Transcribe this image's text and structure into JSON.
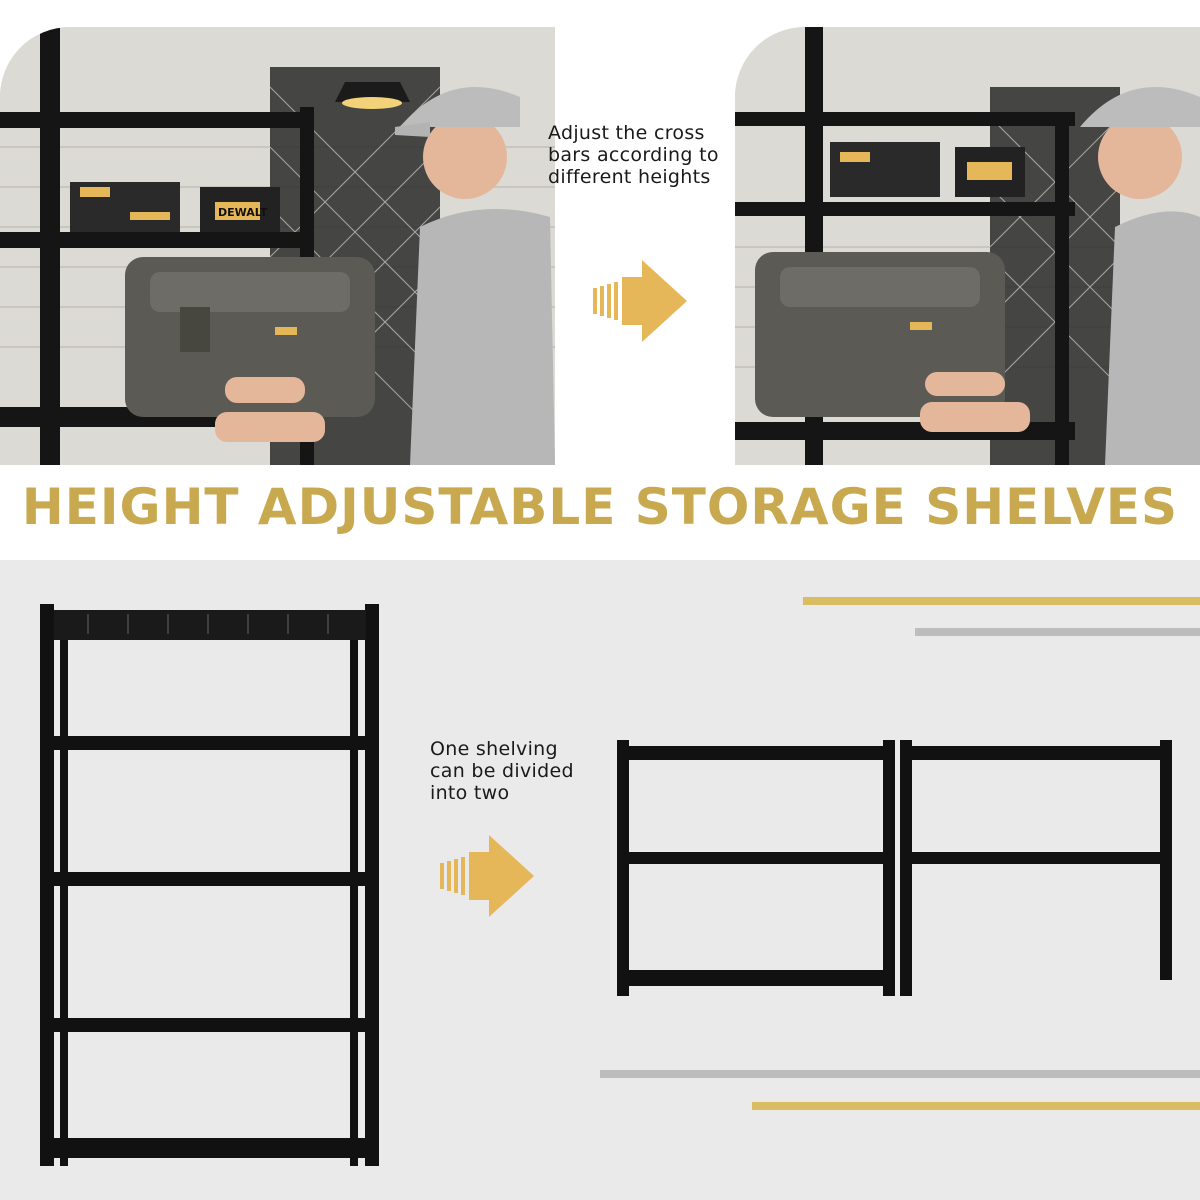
{
  "top": {
    "caption_adjust": "Adjust the cross\nbars according to\ndifferent heights",
    "brand_label": "DEWALT"
  },
  "headline": {
    "text": "HEIGHT ADJUSTABLE STORAGE SHELVES",
    "color": "#c9a94f"
  },
  "bottom": {
    "caption_divide": "One shelving\ncan be divided\ninto two"
  },
  "colors": {
    "accent": "#e6b759",
    "gold_bar": "#d8bd62",
    "gray_bar": "#bdbdbd",
    "shelf": "#111111",
    "bottom_bg": "#eaeaea"
  },
  "icons": [
    "arrow-right-icon",
    "arrow-right-icon"
  ]
}
